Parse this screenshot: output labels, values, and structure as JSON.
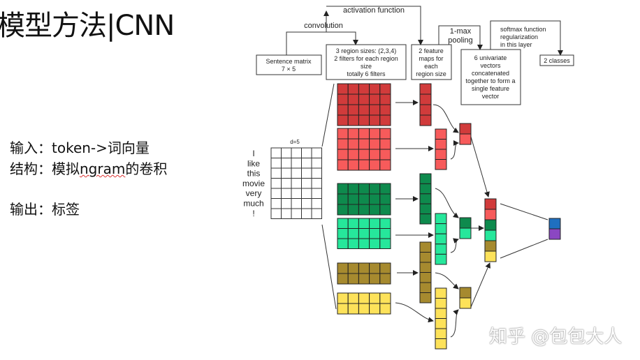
{
  "slide": {
    "title": "模型方法|CNN",
    "input_line": "输入：token->词向量",
    "structure_prefix": "结构：模拟",
    "structure_ngram": "ngram",
    "structure_suffix": "的卷积",
    "output_line": "输出：标签"
  },
  "diagram": {
    "activation_label": "activation function",
    "convolution_label": "convolution",
    "pooling_label": [
      "1-max",
      "pooling"
    ],
    "softmax_label": [
      "softmax function",
      "regularization",
      "in this layer"
    ],
    "sentence_box": [
      "Sentence matrix",
      "7 × 5"
    ],
    "region_box": [
      "3 region sizes: (2,3,4)",
      "2 filters for each region",
      "size",
      "totally 6 filters"
    ],
    "feature_box": [
      "2 feature",
      "maps for",
      "each",
      "region size"
    ],
    "univariate_box": [
      "6 univariate",
      "vectors",
      "concatenated",
      "together to form a",
      "single feature",
      "vector"
    ],
    "classes_box": "2 classes",
    "d_label": "d=5",
    "words": [
      "I",
      "like",
      "this",
      "movie",
      "very",
      "much",
      "!"
    ]
  },
  "colors": {
    "red": "#d13b3b",
    "light_red": "#f75b5b",
    "dark_green": "#0e8a4d",
    "light_green": "#26e79b",
    "olive": "#a68a2f",
    "yellow": "#fde25a",
    "blue": "#1f6fc0",
    "purple": "#8b47c2"
  },
  "watermark": "知乎 @包包大人"
}
